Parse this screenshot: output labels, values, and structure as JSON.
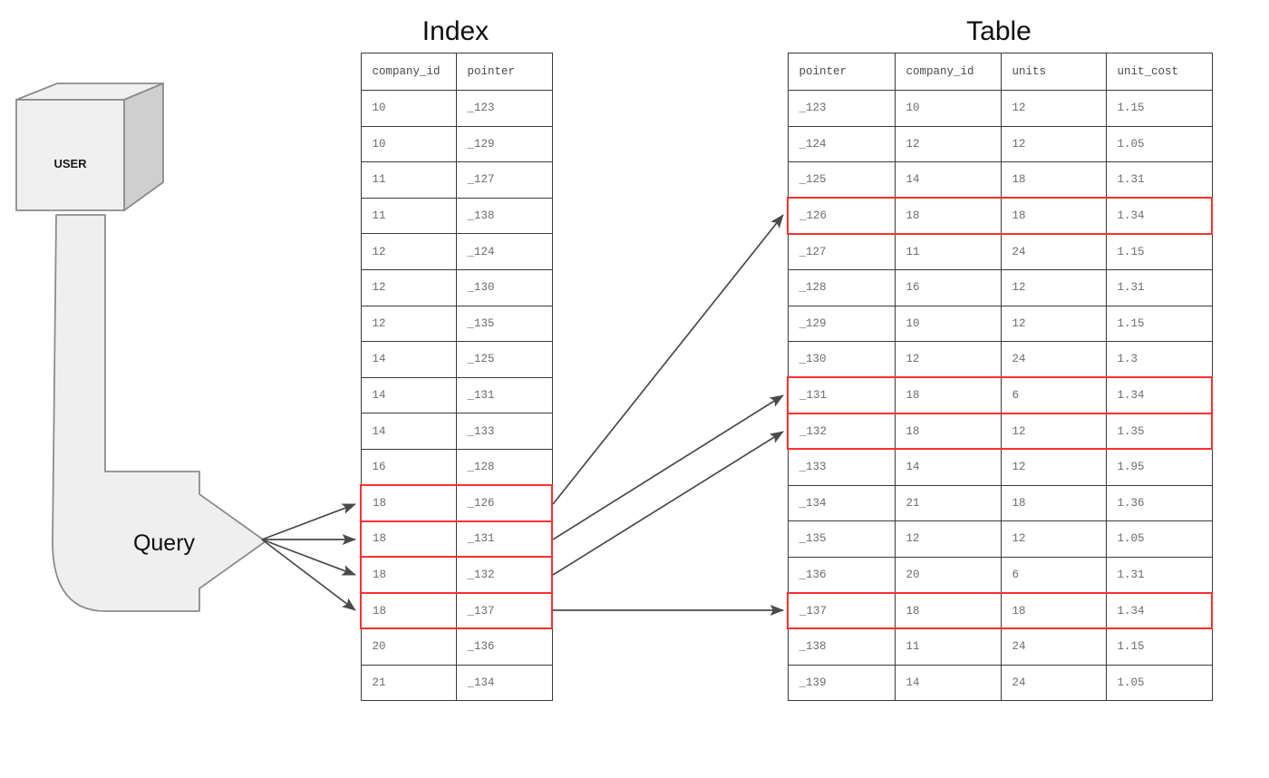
{
  "titles": {
    "index": "Index",
    "table": "Table"
  },
  "actor": {
    "cube_label": "USER",
    "query_label": "Query"
  },
  "index_table": {
    "headers": [
      "company_id",
      "pointer"
    ],
    "rows": [
      {
        "company_id": "10",
        "pointer": "_123",
        "highlighted": false
      },
      {
        "company_id": "10",
        "pointer": "_129",
        "highlighted": false
      },
      {
        "company_id": "11",
        "pointer": "_127",
        "highlighted": false
      },
      {
        "company_id": "11",
        "pointer": "_138",
        "highlighted": false
      },
      {
        "company_id": "12",
        "pointer": "_124",
        "highlighted": false
      },
      {
        "company_id": "12",
        "pointer": "_130",
        "highlighted": false
      },
      {
        "company_id": "12",
        "pointer": "_135",
        "highlighted": false
      },
      {
        "company_id": "14",
        "pointer": "_125",
        "highlighted": false
      },
      {
        "company_id": "14",
        "pointer": "_131",
        "highlighted": false
      },
      {
        "company_id": "14",
        "pointer": "_133",
        "highlighted": false
      },
      {
        "company_id": "16",
        "pointer": "_128",
        "highlighted": false
      },
      {
        "company_id": "18",
        "pointer": "_126",
        "highlighted": true
      },
      {
        "company_id": "18",
        "pointer": "_131",
        "highlighted": true
      },
      {
        "company_id": "18",
        "pointer": "_132",
        "highlighted": true
      },
      {
        "company_id": "18",
        "pointer": "_137",
        "highlighted": true
      },
      {
        "company_id": "20",
        "pointer": "_136",
        "highlighted": false
      },
      {
        "company_id": "21",
        "pointer": "_134",
        "highlighted": false
      }
    ]
  },
  "data_table": {
    "headers": [
      "pointer",
      "company_id",
      "units",
      "unit_cost"
    ],
    "rows": [
      {
        "pointer": "_123",
        "company_id": "10",
        "units": "12",
        "unit_cost": "1.15",
        "highlighted": false
      },
      {
        "pointer": "_124",
        "company_id": "12",
        "units": "12",
        "unit_cost": "1.05",
        "highlighted": false
      },
      {
        "pointer": "_125",
        "company_id": "14",
        "units": "18",
        "unit_cost": "1.31",
        "highlighted": false
      },
      {
        "pointer": "_126",
        "company_id": "18",
        "units": "18",
        "unit_cost": "1.34",
        "highlighted": true
      },
      {
        "pointer": "_127",
        "company_id": "11",
        "units": "24",
        "unit_cost": "1.15",
        "highlighted": false
      },
      {
        "pointer": "_128",
        "company_id": "16",
        "units": "12",
        "unit_cost": "1.31",
        "highlighted": false
      },
      {
        "pointer": "_129",
        "company_id": "10",
        "units": "12",
        "unit_cost": "1.15",
        "highlighted": false
      },
      {
        "pointer": "_130",
        "company_id": "12",
        "units": "24",
        "unit_cost": "1.3",
        "highlighted": false
      },
      {
        "pointer": "_131",
        "company_id": "18",
        "units": "6",
        "unit_cost": "1.34",
        "highlighted": true
      },
      {
        "pointer": "_132",
        "company_id": "18",
        "units": "12",
        "unit_cost": "1.35",
        "highlighted": true
      },
      {
        "pointer": "_133",
        "company_id": "14",
        "units": "12",
        "unit_cost": "1.95",
        "highlighted": false
      },
      {
        "pointer": "_134",
        "company_id": "21",
        "units": "18",
        "unit_cost": "1.36",
        "highlighted": false
      },
      {
        "pointer": "_135",
        "company_id": "12",
        "units": "12",
        "unit_cost": "1.05",
        "highlighted": false
      },
      {
        "pointer": "_136",
        "company_id": "20",
        "units": "6",
        "unit_cost": "1.31",
        "highlighted": false
      },
      {
        "pointer": "_137",
        "company_id": "18",
        "units": "18",
        "unit_cost": "1.34",
        "highlighted": true
      },
      {
        "pointer": "_138",
        "company_id": "11",
        "units": "24",
        "unit_cost": "1.15",
        "highlighted": false
      },
      {
        "pointer": "_139",
        "company_id": "14",
        "units": "24",
        "unit_cost": "1.05",
        "highlighted": false
      }
    ]
  },
  "colors": {
    "highlight": "#fc3030",
    "border": "#3a3a3a",
    "arrow": "#4a4a4a",
    "shape_fill": "#efefef",
    "shape_stroke": "#8c8c8c",
    "cube_side": "#cfcfcf"
  }
}
